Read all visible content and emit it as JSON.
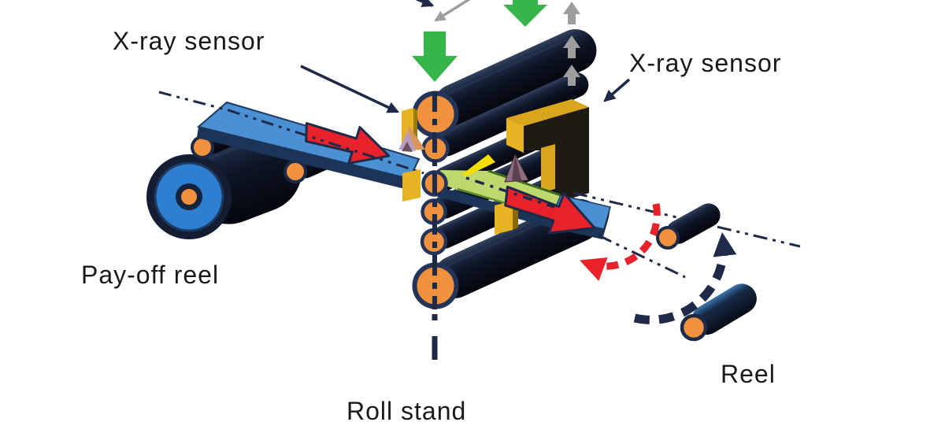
{
  "figure": {
    "description": "Isometric process diagram of a metal strip rolling line: strip runs from a pay-off reel through a 6-roll roll stand with X-ray thickness sensors on entry and exit sides, then to a tension reel shown in two pivoting positions.",
    "labels": {
      "xray_left": "X-ray sensor",
      "xray_right": "X-ray sensor",
      "payoff_reel": "Pay-off reel",
      "roll_stand": "Roll stand",
      "reel": "Reel"
    },
    "components": [
      "pay-off reel coil",
      "guide rollers",
      "entry strip (blue) with travel-direction arrow",
      "roll stand with two backup rolls and four work rolls",
      "entry x-ray gauge with beam fan",
      "exit x-ray gauge C-frame with beam cone",
      "exit strip (green with blue leading end) with travel-direction arrow",
      "screw-down force arrows (green)",
      "roll lift arrows (gray)",
      "reel pivot arrows (red dashed, navy dashed)",
      "pass-line center lines (dash-dot)"
    ],
    "colors": {
      "navy": "#1e2a47",
      "roll_dark": "#0d1424",
      "orange": "#f0913d",
      "gold": "#ddab1e",
      "gold_front": "#e7b322",
      "frame_dark": "#1d1b14",
      "strip_blue": "#4a90d2",
      "strip_edge": "#1c3457",
      "strip_green": "#bdd96d",
      "green_arrow": "#35b44a",
      "gray_arrow": "#9e9e9e",
      "red": "#e8222b",
      "beam_purple": "#8f6d80",
      "beam_tan": "#d8985c",
      "beam_lavender": "#b49cc6",
      "coil_blue": "#2f7fd1",
      "text": "#191919",
      "background": "#ffffff"
    }
  }
}
